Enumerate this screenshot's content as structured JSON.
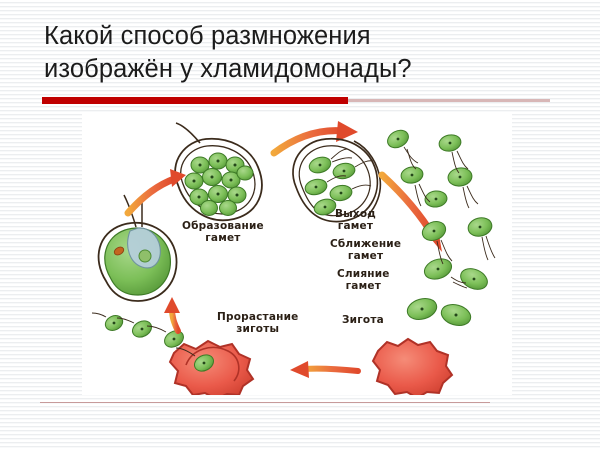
{
  "slide": {
    "title_lines": [
      "Какой способ размножения",
      "изображён у хламидомонады?"
    ],
    "accent_color": "#c00000",
    "accent_tail_color": "#d8b7b7",
    "divider_color": "#c79a9a",
    "title_color": "#1b1b1b"
  },
  "diagram": {
    "alt": "Жизненный цикл хламидомонады — половое размножение",
    "colors": {
      "cell_green": "#7cbf58",
      "cell_green_dark": "#4e8c34",
      "zygote_red": "#ea5a4a",
      "zygote_red_dark": "#b03227",
      "arrow_orange": "#e8603c",
      "arrow_yellow": "#f2a83c",
      "outline": "#3b2b1c",
      "pyrenoid_blue": "#9fc2d6",
      "eyespot_orange": "#c4651f"
    },
    "labels": [
      {
        "id": "obrazovanie-gamet",
        "line1": "Образование",
        "line2": "гамет"
      },
      {
        "id": "vyhod-gamet",
        "line1": "Выход",
        "line2": "гамет"
      },
      {
        "id": "sblizhenie-gamet",
        "line1": "Сближение",
        "line2": "гамет"
      },
      {
        "id": "sliyanie-gamet",
        "line1": "Слияние",
        "line2": "гамет"
      },
      {
        "id": "prorastanie-zigoty",
        "line1": "Прорастание",
        "line2": "зиготы"
      },
      {
        "id": "zigota",
        "line1": "Зигота",
        "line2": ""
      }
    ]
  }
}
